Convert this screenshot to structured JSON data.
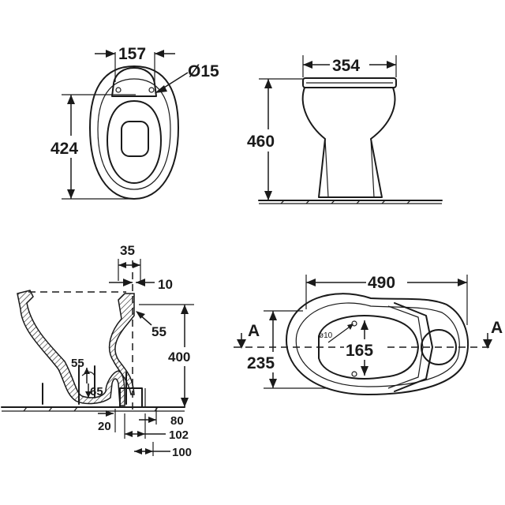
{
  "top_view": {
    "width": "157",
    "hole_diameter": "Ø15",
    "length": "424"
  },
  "side_view": {
    "width": "354",
    "height": "460"
  },
  "section_view": {
    "top_offset": "35",
    "inner_offset": "10",
    "angle_label": "55",
    "height": "400",
    "trap_depth": "55",
    "trap_seal": "65",
    "base_offset": "20",
    "outlet_80": "80",
    "outlet_102": "102",
    "outlet_100": "100"
  },
  "plan_view": {
    "length": "490",
    "width": "235",
    "bowl_width": "165",
    "small_diameter": "ø10",
    "section_left": "A",
    "section_right": "A"
  }
}
